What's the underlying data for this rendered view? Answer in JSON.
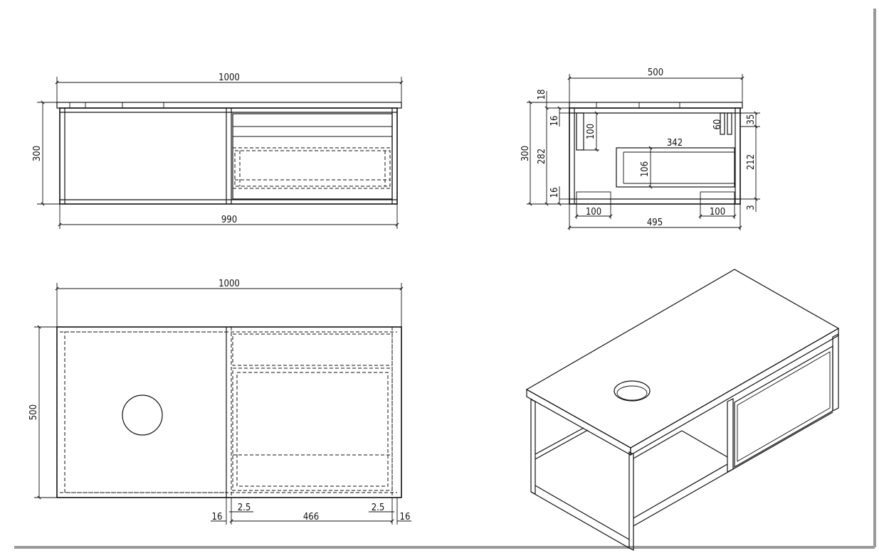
{
  "front_view": {
    "width_top": "1000",
    "width_bottom": "990",
    "height": "300"
  },
  "side_view": {
    "depth_top": "500",
    "depth_bottom": "495",
    "top_thickness": "18",
    "height_total": "300",
    "height_inner": "282",
    "leg_top": "16",
    "leg_bottom": "16",
    "support_height": "100",
    "drawer_depth": "342",
    "drawer_height": "106",
    "small_60": "60",
    "gap_35": "35",
    "right_212": "212",
    "gap_3": "3",
    "foot_left": "100",
    "foot_right": "100"
  },
  "plan_view": {
    "width": "1000",
    "depth": "500",
    "frame_left": "16",
    "clear_left": "2.5",
    "drawer_width": "466",
    "clear_right": "2.5",
    "frame_right": "16"
  }
}
